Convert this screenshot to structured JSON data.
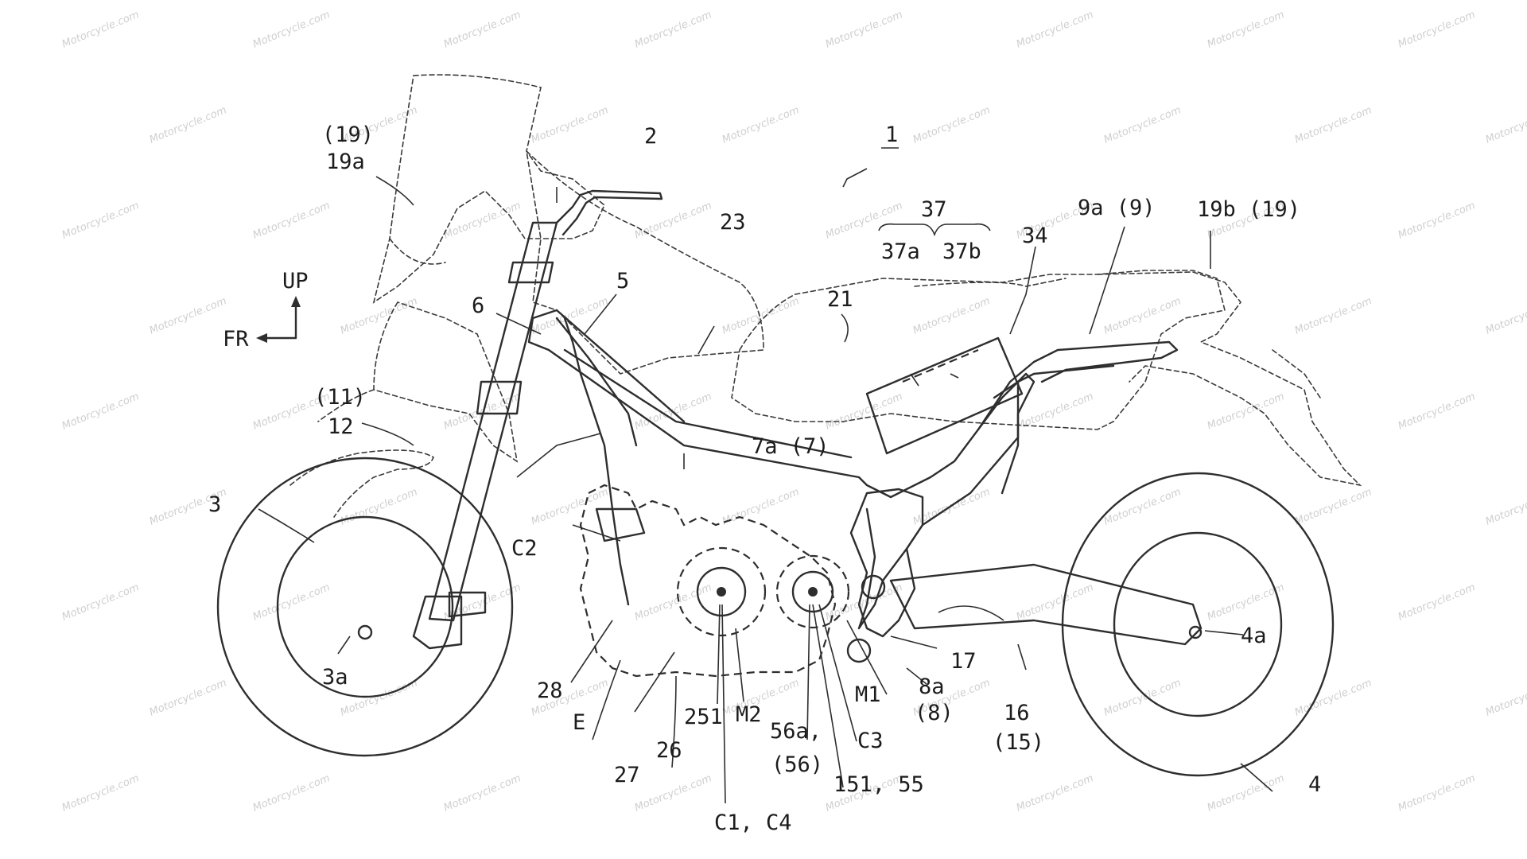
{
  "watermark": "Motorcycle.com",
  "labels": {
    "vehicle": "1",
    "handlebar": "2",
    "front_wheel": "3",
    "front_axle": "3a",
    "rear_wheel": "4",
    "rear_axle": "4a",
    "frame": "5",
    "fork": "6",
    "main_frame": "7a (7)",
    "pivot_plate": "8a",
    "pivot_plate_ref": "(8)",
    "rear_frame": "9a (9)",
    "cover_group": "(11)",
    "front_cover": "12",
    "swingarm": "16",
    "swingarm_ref": "(15)",
    "pivot": "17",
    "windscreen_ref": "(19)",
    "windscreen": "19a",
    "rear_cowl": "19b (19)",
    "seat": "21",
    "tank": "23",
    "shaft_26": "26",
    "shaft_27": "27",
    "bracket_28": "28",
    "box_34": "34",
    "battery_group": "37",
    "battery_a": "37a",
    "battery_b": "37b",
    "engine": "E",
    "c2": "C2",
    "sensor_251": "251",
    "motor_m2": "M2",
    "c1_c4": "C1, C4",
    "gear_56a": "56a,",
    "gear_56": "(56)",
    "c3": "C3",
    "motor_m1": "M1",
    "gear_151_55": "151, 55",
    "dir_up": "UP",
    "dir_fr": "FR"
  }
}
